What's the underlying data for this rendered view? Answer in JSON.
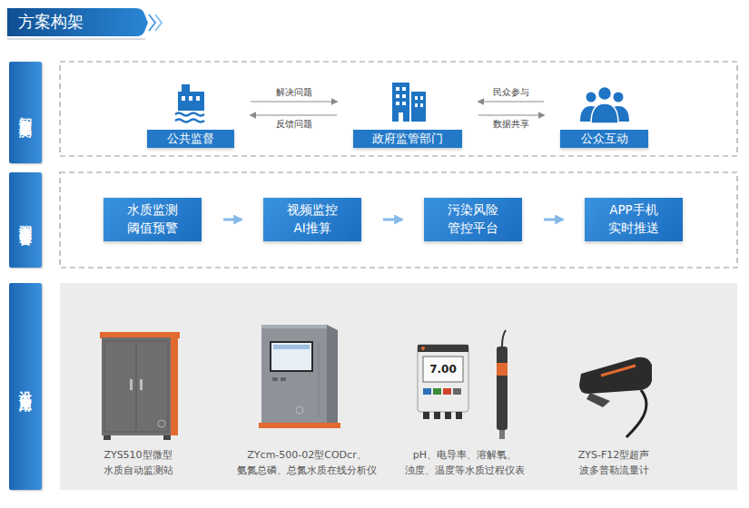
{
  "diagram": {
    "title": "方案构架",
    "nodes": [
      {
        "text": [
          "智慧监测"
        ]
      },
      {
        "text": [
          "公共监督"
        ]
      },
      {
        "text": [
          "政府监管部门"
        ]
      },
      {
        "text": [
          "公众互动"
        ]
      },
      {
        "text": [
          "溯源预警"
        ]
      },
      {
        "text": [
          "水质监测 阈值预警"
        ]
      },
      {
        "text": [
          "视频监控 AI推算"
        ]
      },
      {
        "text": [
          "污染风险 管控平台"
        ]
      },
      {
        "text": [
          "APP手机 实时推送"
        ]
      },
      {
        "text": [
          "设备应用"
        ]
      }
    ],
    "edges": [
      {
        "from": 1,
        "to": 2,
        "label": "解决问题",
        "arrow": "to"
      },
      {
        "from": 2,
        "to": 1,
        "label": "反馈问题",
        "arrow": "to"
      },
      {
        "from": 3,
        "to": 2,
        "label": "民众参与",
        "arrow": "to"
      },
      {
        "from": 2,
        "to": 3,
        "label": "数据共享",
        "arrow": "to"
      },
      {
        "from": 5,
        "to": 6,
        "arrow": "to"
      },
      {
        "from": 6,
        "to": 7,
        "arrow": "to"
      },
      {
        "from": 7,
        "to": 8,
        "arrow": "to"
      }
    ],
    "labels": [
      "7.00",
      "ZYS510型微型 水质自动监测站",
      "ZYcm-500-02型CODcr、 氨氮总磷、总氮水质在线分析仪",
      "pH、电导率、溶解氧、 浊度、温度等水质过程仪表",
      "ZYS-F12型超声 波多普勒流量计"
    ]
  }
}
